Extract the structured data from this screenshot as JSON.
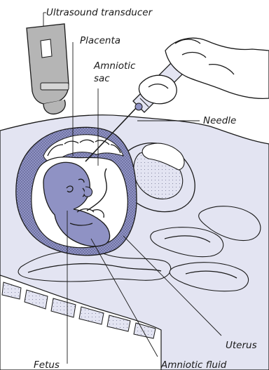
{
  "labels": {
    "transducer": "Ultrasound transducer",
    "placenta": "Placenta",
    "amniotic_sac_line1": "Amniotic",
    "amniotic_sac_line2": "sac",
    "needle": "Needle",
    "uterus": "Uterus",
    "fetus": "Fetus",
    "amniotic_fluid": "Amniotic fluid"
  },
  "colors": {
    "body_fill": "#e3e4f2",
    "uterus_wall": "#8f92c4",
    "fetus": "#8f92c4",
    "fluid": "#ffffff",
    "transducer_fill": "#b5b5b5",
    "outline": "#1a1a1a"
  }
}
